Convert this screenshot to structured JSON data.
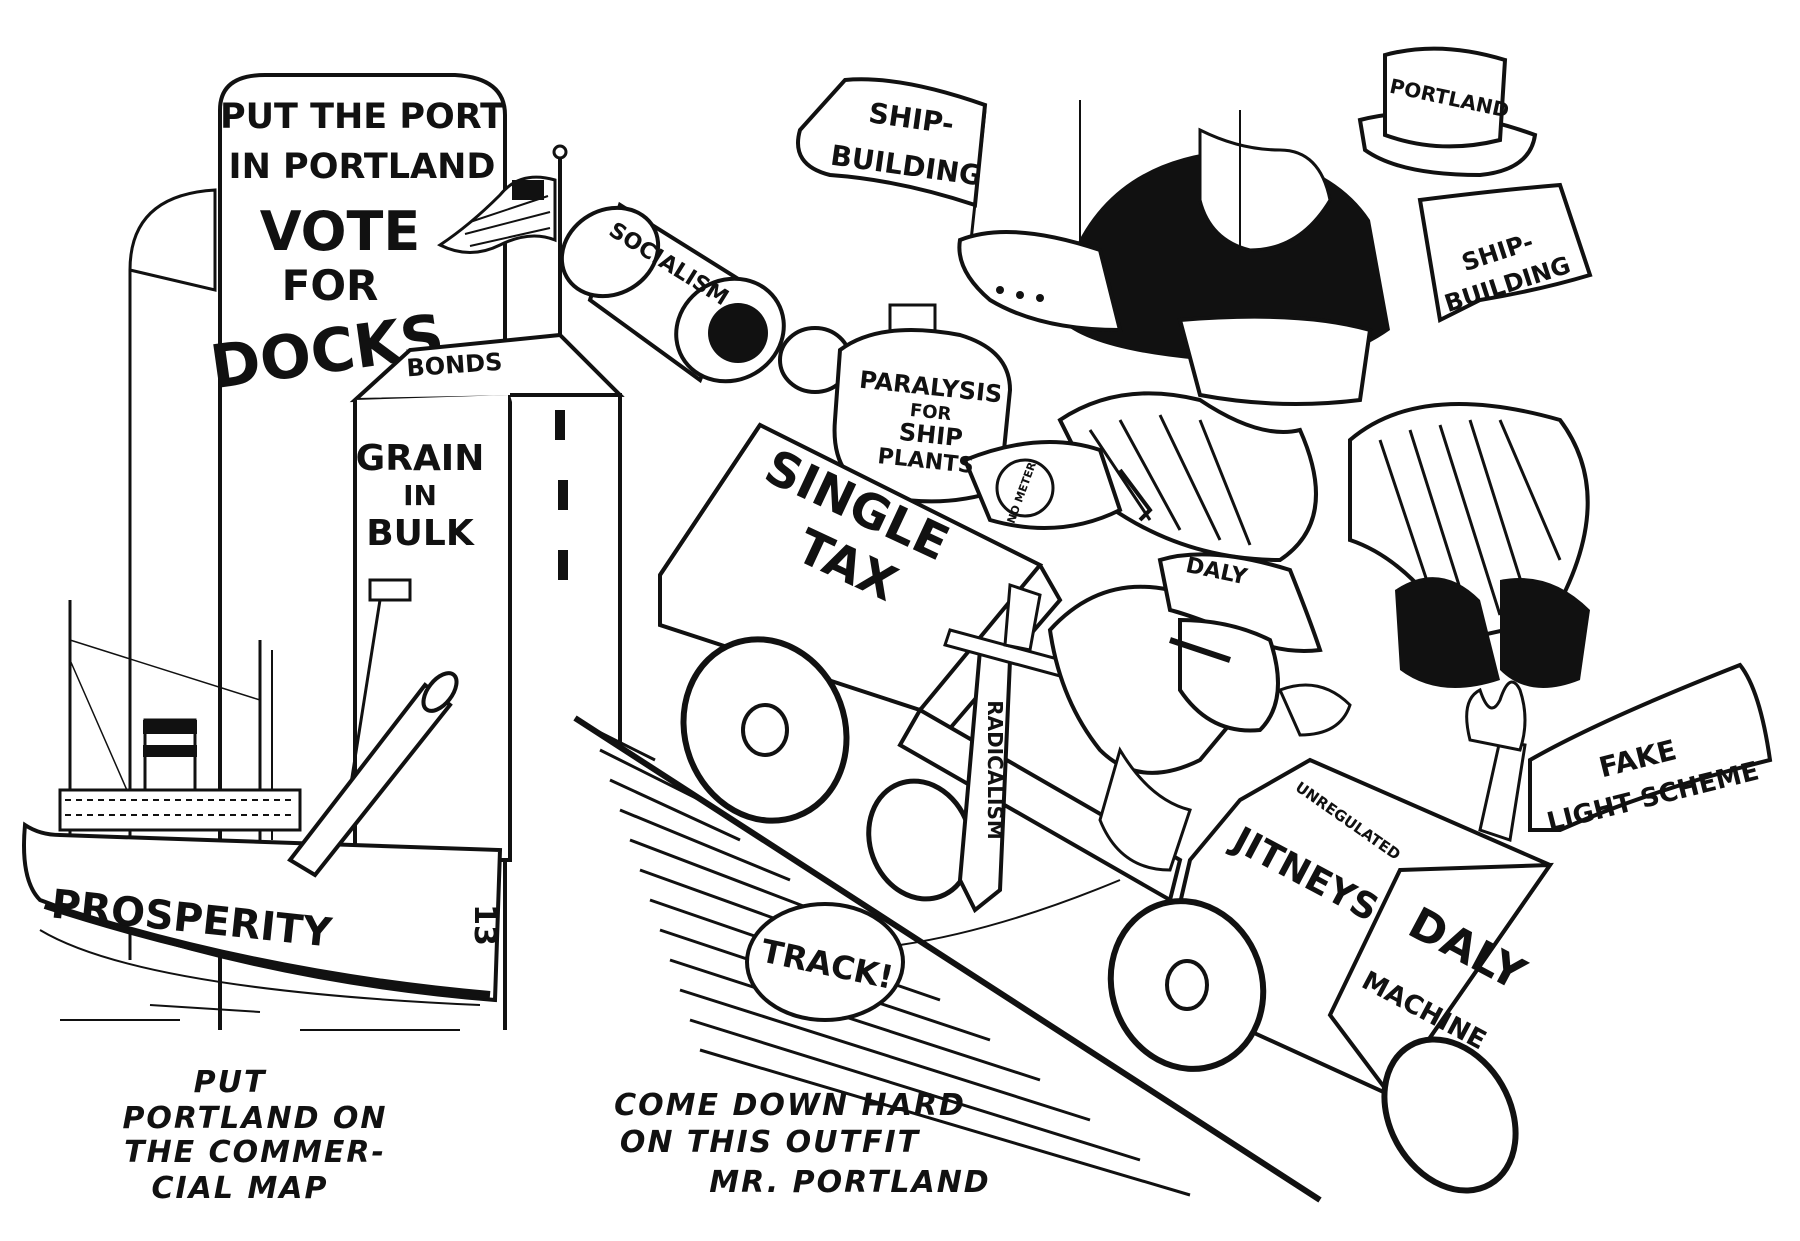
{
  "silo": {
    "line1": "PUT THE PORT",
    "line2": "IN PORTLAND",
    "vote1": "VOTE",
    "vote2": "FOR",
    "vote3": "DOCKS"
  },
  "elevator": {
    "roof_label": "BONDS",
    "line1": "GRAIN",
    "line2": "IN",
    "line3": "BULK"
  },
  "ship": {
    "name": "PROSPERITY",
    "bow_mark": "13"
  },
  "captions": {
    "left1": "PUT",
    "left2": "PORTLAND ON",
    "left3": "THE COMMER-",
    "left4": "CIAL MAP",
    "mid1": "COME DOWN HARD",
    "mid2": "ON THIS OUTFIT",
    "mid3": "MR. PORTLAND"
  },
  "flags": {
    "shipbuilding_left1": "SHIP-",
    "shipbuilding_left2": "BUILDING",
    "shipbuilding_right1": "SHIP-",
    "shipbuilding_right2": "BUILDING",
    "fake1": "FAKE",
    "fake2": "LIGHT SCHEME"
  },
  "uncle": {
    "hat": "PORTLAND"
  },
  "daly": {
    "hat": "DALY"
  },
  "barrels": {
    "socialism": "SOCIALISM",
    "paralysis1": "PARALYSIS",
    "paralysis2": "FOR",
    "paralysis3": "SHIP",
    "paralysis4": "PLANTS",
    "meter": "NO METER"
  },
  "cart": {
    "single": "SINGLE",
    "tax": "TAX",
    "radicalism": "RADICALISM",
    "unregulated": "UNREGULATED",
    "jitneys": "JITNEYS",
    "daly": "DALY",
    "machine": "MACHINE",
    "track": "TRACK!"
  }
}
